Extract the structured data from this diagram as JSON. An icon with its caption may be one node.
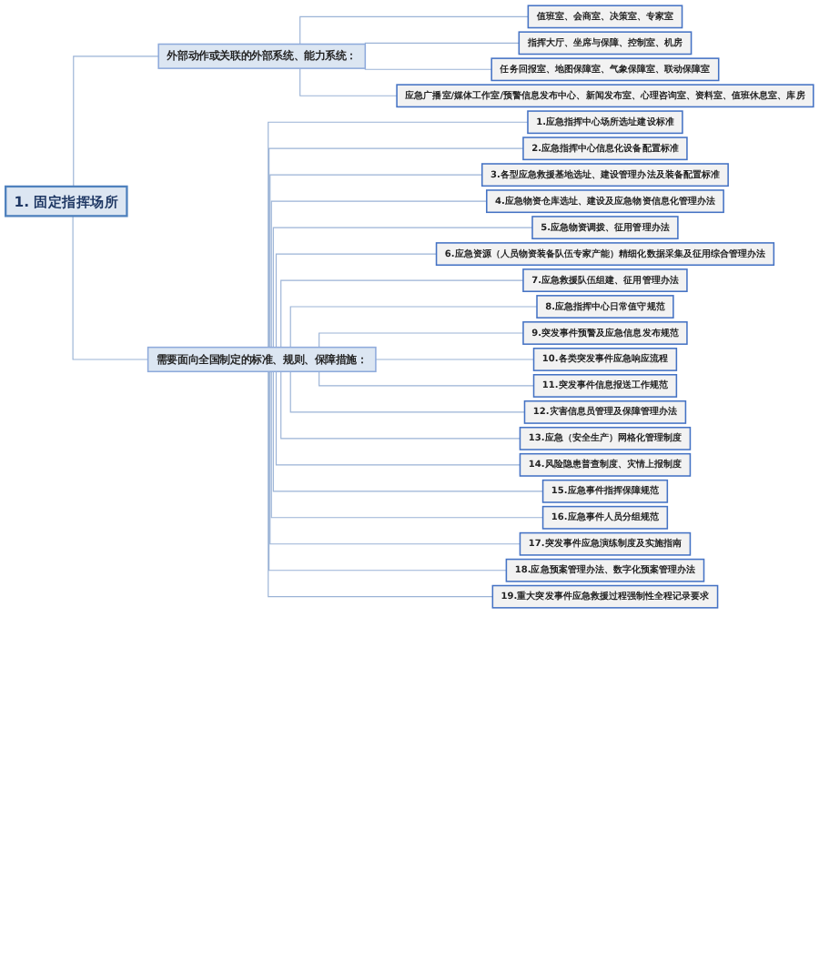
{
  "diagram": {
    "nodes": [
      {
        "text": [
          "1. 固定指挥场所"
        ]
      },
      {
        "text": [
          "外部动作或关联的外部系统、能力系统："
        ]
      },
      {
        "text": [
          "值班室、会商室、决策室、专家室"
        ]
      },
      {
        "text": [
          "指挥大厅、坐席与保障、控制室、机房"
        ]
      },
      {
        "text": [
          "任务回报室、地图保障室、气象保障室、联动保障室"
        ]
      },
      {
        "text": [
          "应急广播室/媒体工作室/预警信息发布中心、新闻发布室、心理咨询室、资料室、值班休息室、库房"
        ]
      },
      {
        "text": [
          "需要面向全国制定的标准、规则、保障措施："
        ]
      },
      {
        "text": [
          "1.应急指挥中心场所选址建设标准"
        ]
      },
      {
        "text": [
          "2.应急指挥中心信息化设备配置标准"
        ]
      },
      {
        "text": [
          "3.各型应急救援基地选址、建设管理办法及装备配置标准"
        ]
      },
      {
        "text": [
          "4.应急物资仓库选址、建设及应急物资信息化管理办法"
        ]
      },
      {
        "text": [
          "5.应急物资调拨、征用管理办法"
        ]
      },
      {
        "text": [
          "6.应急资源（人员物资装备队伍专家产能）精细化数据采集及征用综合管理办法"
        ]
      },
      {
        "text": [
          "7.应急救援队伍组建、征用管理办法"
        ]
      },
      {
        "text": [
          "8.应急指挥中心日常值守规范"
        ]
      },
      {
        "text": [
          "9.突发事件预警及应急信息发布规范"
        ]
      },
      {
        "text": [
          "10.各类突发事件应急响应流程"
        ]
      },
      {
        "text": [
          "11.突发事件信息报送工作规范"
        ]
      },
      {
        "text": [
          "12.灾害信息员管理及保障管理办法"
        ]
      },
      {
        "text": [
          "13.应急（安全生产）网格化管理制度"
        ]
      },
      {
        "text": [
          "14.风险隐患普查制度、灾情上报制度"
        ]
      },
      {
        "text": [
          "15.应急事件指挥保障规范"
        ]
      },
      {
        "text": [
          "16.应急事件人员分组规范"
        ]
      },
      {
        "text": [
          "17.突发事件应急演练制度及实施指南"
        ]
      },
      {
        "text": [
          "18.应急预案管理办法、数字化预案管理办法"
        ]
      },
      {
        "text": [
          "19.重大突发事件应急救援过程强制性全程记录要求"
        ]
      }
    ],
    "edges": [
      {
        "from": 0,
        "to": 1,
        "arrow": "none"
      },
      {
        "from": 1,
        "to": 2,
        "arrow": "none"
      },
      {
        "from": 1,
        "to": 3,
        "arrow": "none"
      },
      {
        "from": 1,
        "to": 4,
        "arrow": "none"
      },
      {
        "from": 1,
        "to": 5,
        "arrow": "none"
      },
      {
        "from": 0,
        "to": 6,
        "arrow": "none"
      },
      {
        "from": 6,
        "to": 7,
        "arrow": "none"
      },
      {
        "from": 6,
        "to": 8,
        "arrow": "none"
      },
      {
        "from": 6,
        "to": 9,
        "arrow": "none"
      },
      {
        "from": 6,
        "to": 10,
        "arrow": "none"
      },
      {
        "from": 6,
        "to": 11,
        "arrow": "none"
      },
      {
        "from": 6,
        "to": 12,
        "arrow": "none"
      },
      {
        "from": 6,
        "to": 13,
        "arrow": "none"
      },
      {
        "from": 6,
        "to": 14,
        "arrow": "none"
      },
      {
        "from": 6,
        "to": 15,
        "arrow": "none"
      },
      {
        "from": 6,
        "to": 16,
        "arrow": "none"
      },
      {
        "from": 6,
        "to": 17,
        "arrow": "none"
      },
      {
        "from": 6,
        "to": 18,
        "arrow": "none"
      },
      {
        "from": 6,
        "to": 19,
        "arrow": "none"
      },
      {
        "from": 6,
        "to": 20,
        "arrow": "none"
      },
      {
        "from": 6,
        "to": 21,
        "arrow": "none"
      },
      {
        "from": 6,
        "to": 22,
        "arrow": "none"
      },
      {
        "from": 6,
        "to": 23,
        "arrow": "none"
      },
      {
        "from": 6,
        "to": 24,
        "arrow": "none"
      },
      {
        "from": 6,
        "to": 25,
        "arrow": "none"
      }
    ]
  }
}
